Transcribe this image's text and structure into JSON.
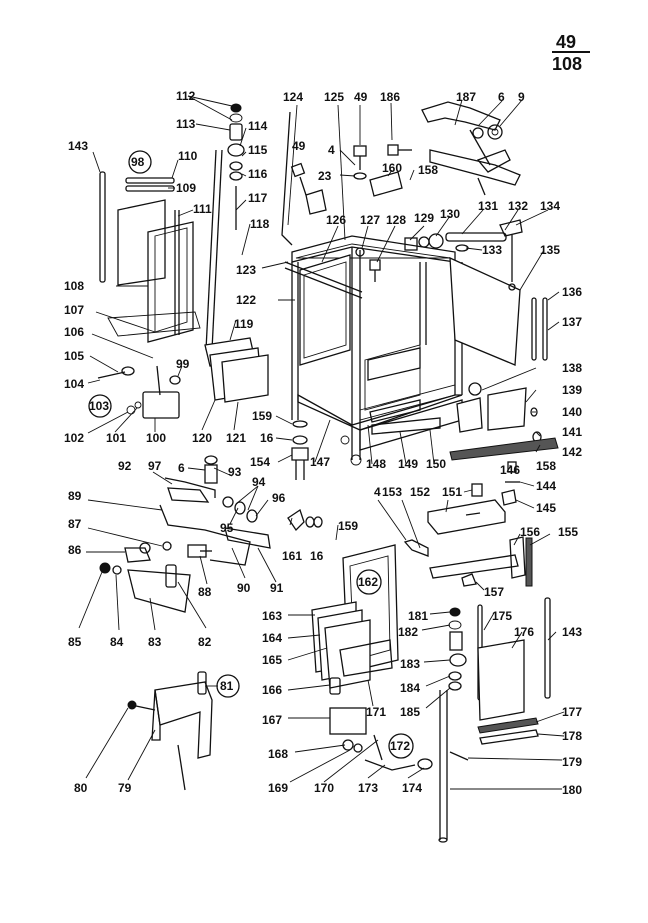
{
  "page": {
    "number": "49",
    "total": "108"
  },
  "circled_refs": [
    "98",
    "103",
    "81",
    "162",
    "172"
  ],
  "labels": [
    "112",
    "113",
    "114",
    "115",
    "116",
    "117",
    "118",
    "124",
    "125",
    "49",
    "186",
    "187",
    "6",
    "9",
    "143",
    "110",
    "109",
    "111",
    "108",
    "107",
    "106",
    "105",
    "104",
    "102",
    "101",
    "100",
    "99",
    "119",
    "120",
    "121",
    "122",
    "123",
    "126",
    "127",
    "128",
    "129",
    "130",
    "131",
    "132",
    "134",
    "133",
    "135",
    "136",
    "137",
    "138",
    "139",
    "140",
    "141",
    "142",
    "160",
    "158",
    "4",
    "23",
    "159",
    "16",
    "154",
    "147",
    "148",
    "149",
    "150",
    "146",
    "144",
    "145",
    "151",
    "152",
    "153",
    "156",
    "155",
    "157",
    "161",
    "92",
    "97",
    "93",
    "94",
    "96",
    "95",
    "89",
    "87",
    "86",
    "85",
    "84",
    "83",
    "82",
    "88",
    "90",
    "91",
    "163",
    "164",
    "165",
    "166",
    "167",
    "168",
    "169",
    "170",
    "173",
    "174",
    "171",
    "181",
    "182",
    "183",
    "184",
    "185",
    "175",
    "176",
    "177",
    "178",
    "179",
    "180",
    "79",
    "80"
  ]
}
